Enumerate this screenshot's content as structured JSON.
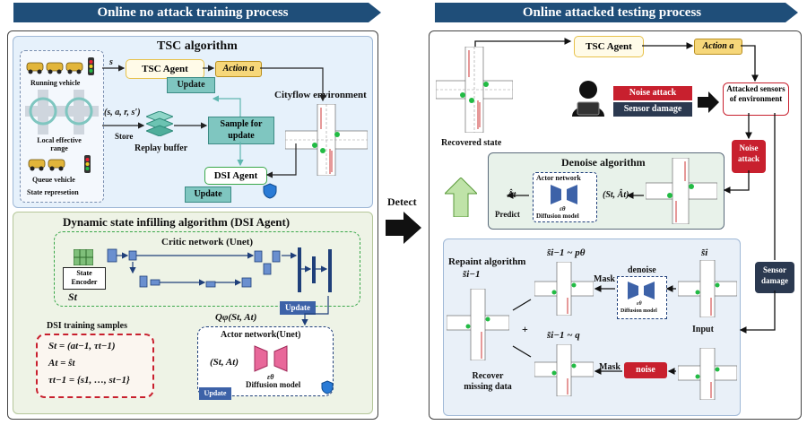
{
  "left_banner": "Online no attack training process",
  "right_banner": "Online attacked testing process",
  "detect": "Detect",
  "tsc": {
    "title": "TSC algorithm",
    "running_vehicle": "Running vehicle",
    "local_effective_range": "Local effective range",
    "queue_vehicle": "Queue vehicle",
    "state_representation": "State represetion",
    "s_label": "s",
    "agent": "TSC Agent",
    "action": "Action a",
    "update": "Update",
    "tuple": "(s, a, r, s′)",
    "store": "Store",
    "replay_buffer": "Replay buffer",
    "sample": "Sample for update",
    "cityflow": "Cityflow environment",
    "dsi_agent": "DSI Agent",
    "dsi_update": "Update"
  },
  "dsi": {
    "title": "Dynamic state infilling algorithm (DSI Agent)",
    "critic": "Critic network (Unet)",
    "state_encoder": "State Encoder",
    "st": "St",
    "update": "Update",
    "q_label": "Qφ(St, At)",
    "samples_title": "DSI training samples",
    "samples": [
      "St = (at−1, τt−1)",
      "At = ŝt",
      "τt−1 = {s1, …, st−1}"
    ],
    "actor": "Actor network(Unet)",
    "actor_input": "(St, At)",
    "eps": "εθ",
    "diffusion": "Diffusion model",
    "actor_update": "Update"
  },
  "right": {
    "agent": "TSC Agent",
    "action": "Action a",
    "noise_attack": "Noise attack",
    "sensor_damage": "Sensor damage",
    "attacked_sensors": "Attacked sensors of environment",
    "recovered_state": "Recovered state",
    "noise_attack_tag": "Noise attack",
    "denoise_title": "Denoise algorithm",
    "actor_network": "Actor network",
    "eps": "εθ",
    "diffusion": "Diffusion model",
    "input_pair": "(St, Ât)",
    "a_hat": "Ât",
    "predict": "Predict",
    "sensor_damage_tag": "Sensor damage",
    "repaint_title": "Repaint algorithm",
    "s_i_minus_1": "s̃i−1",
    "s_i_minus_1_p": "s̃i−1 ~ pθ",
    "s_i": "s̃i",
    "mask1": "Mask",
    "denoise": "denoise",
    "diffusion_small": "Diffusion model",
    "eps_small": "εθ",
    "s_i_minus_1_q": "s̃i−1 ~ q",
    "input": "Input",
    "mask2": "Mask",
    "noise": "noise",
    "recover": "Recover missing data",
    "plus": "+"
  },
  "colors": {
    "banner": "#1f4e79",
    "tsc_bg": "#e6f1fb",
    "dsi_bg": "#eef3e6",
    "teal": "#7fc6c0",
    "action_yellow": "#f6d77a",
    "update_blue": "#3d62a8",
    "red": "#c8202e",
    "green_dash": "#3aa84a",
    "denoise_bg": "#e8f2ea",
    "repaint_bg": "#e9f0f8"
  }
}
